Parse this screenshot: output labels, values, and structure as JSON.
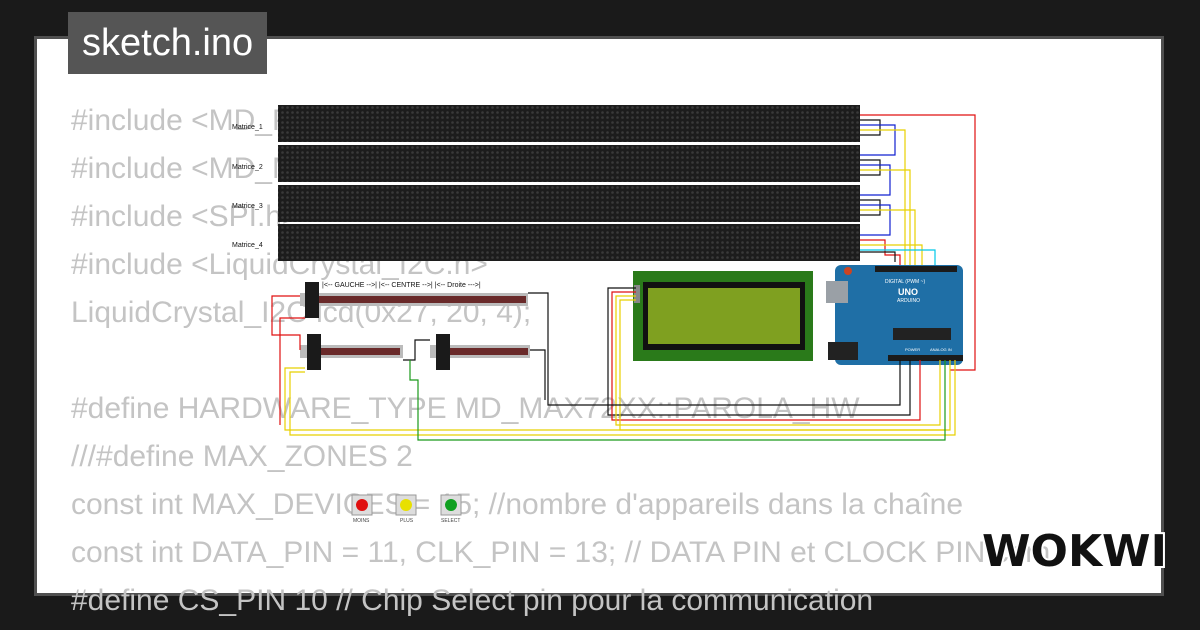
{
  "title": "sketch.ino",
  "code_lines": [
    "#include <MD_Parola.h>",
    "#include <MD_MAX72xx.h>",
    "#include <SPI.h>",
    "#include <LiquidCrystal_I2C.h>",
    "LiquidCrystal_I2C lcd(0x27, 20, 4);",
    "",
    "#define HARDWARE_TYPE MD_MAX72XX::PAROLA_HW",
    "///#define MAX_ZONES 2",
    "const int MAX_DEVICES = 15; //nombre d'appareils dans la chaîne",
    "const int DATA_PIN = 11, CLK_PIN = 13; // DATA PIN et CLOCK PIN com",
    "#define CS_PIN 10 // Chip Select pin pour la communication"
  ],
  "matrices": [
    "Matrice_1",
    "Matrice_2",
    "Matrice_3",
    "Matrice_4"
  ],
  "slider_label": "|<-- GAUCHE -->|  |<-- CENTRE -->|  |<-- Droite --->|",
  "buttons": [
    {
      "label": "MOINS",
      "color": "#e01010"
    },
    {
      "label": "PLUS",
      "color": "#e8e000"
    },
    {
      "label": "SELECT",
      "color": "#10a020"
    }
  ],
  "arduino": {
    "brand": "ARDUINO",
    "model": "UNO",
    "digital": "DIGITAL (PWM ~)",
    "analog": "ANALOG IN",
    "power": "POWER"
  },
  "brand_logo": "WOKWI",
  "colors": {
    "wire_red": "#e01010",
    "wire_yellow": "#e8d000",
    "wire_green": "#1a9a1a",
    "wire_black": "#111111",
    "wire_blue": "#1020d0",
    "wire_cyan": "#00c8e8",
    "lcd_green": "#7fa020",
    "arduino_blue": "#1f6fa6"
  }
}
